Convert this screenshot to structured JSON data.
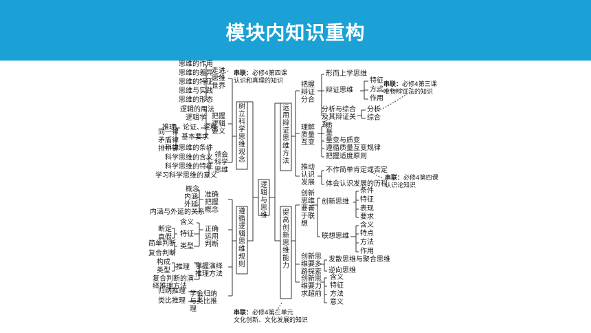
{
  "header": {
    "title": "模块内知识重构"
  },
  "map": {
    "root": "逻辑与思维",
    "top_left": "树立科学思维观念",
    "bottom_left": "遵循逻辑思维规则",
    "top_right": "运用辩证思维方法",
    "bottom_right": "提高创新思维能力",
    "left_top": {
      "g1": {
        "items": [
          "思维的作用",
          "思维的差异",
          "思维的特征",
          "思维与实践",
          "思维的形态"
        ],
        "head": "走进思维世界"
      },
      "g2": {
        "l2": [
          "逻辑的用法",
          "逻辑学"
        ],
        "l3": [
          "推理、论证、诠释",
          "同一律",
          "矛盾律",
          "排中律"
        ],
        "basic": "基本要求",
        "head": "把握逻辑要义"
      },
      "g3": {
        "items": [
          "科学思维的条件",
          "科学思维的含义",
          "科学思维的特征",
          "学习科学思维的意义"
        ],
        "head": "领会科学思维"
      }
    },
    "left_bottom": {
      "g1": {
        "items": [
          "概念",
          "内涵",
          "外延",
          "内涵与外延的关系"
        ],
        "head": "准确把握概念"
      },
      "g2": {
        "items": [
          "含义",
          "断定",
          "真假",
          "简单判断",
          "复合判断"
        ],
        "tezheng": "特征",
        "leixing": "类型",
        "head": "正确运用判断"
      },
      "g3": {
        "items": [
          "构成",
          "类型",
          "复合判断的演绎推理方法"
        ],
        "tuili": "推理",
        "head": "掌握演绎推理方法"
      },
      "g4": {
        "items": [
          "归纳推理",
          "类比推理"
        ],
        "head": "学会归纳与类比推理"
      }
    },
    "right_top": {
      "g1": {
        "head": "把握辩证分合",
        "items": [
          "形而上学思维",
          "辩证思维",
          "特征",
          "方式",
          "作用",
          "分析与综合及其辩证关系",
          "分析",
          "综合"
        ]
      },
      "g2": {
        "head": "理解质量互变",
        "items": [
          "质",
          "量",
          "量变与质变",
          "遵循质量互变规律",
          "把握适度原则"
        ]
      },
      "g3": {
        "head": "推动认识发展",
        "items": [
          "不作简单肯定或否定",
          "体会认识发展的历程"
        ]
      }
    },
    "right_bottom": {
      "g1": {
        "head": "创新思维要善于联想",
        "branches": [
          "创新思维",
          "联想思维"
        ],
        "items1": [
          "条件",
          "特征",
          "表现",
          "要求"
        ],
        "items2": [
          "含义",
          "特点",
          "方法",
          "作用"
        ]
      },
      "g2": {
        "head": "创新思维要多路探索",
        "items": [
          "发散思维与聚合思维",
          "逆向思维"
        ]
      },
      "g3": {
        "head": "创新思维要力求超前",
        "items": [
          "含义",
          "特征",
          "方法",
          "意义"
        ]
      }
    },
    "notes": [
      {
        "bold": "串联：",
        "line1": "必修4第四课",
        "line2": "认识和真理的知识"
      },
      {
        "bold": "串联：",
        "line1": "必修4第三课",
        "line2": "唯物辩证法的知识"
      },
      {
        "bold": "串联：",
        "line1": "必修4第四课",
        "line2": "认识论知识"
      },
      {
        "bold": "串联：",
        "line1": "必修4第三单元",
        "line2": "文化创新、文化发展的知识"
      }
    ]
  }
}
